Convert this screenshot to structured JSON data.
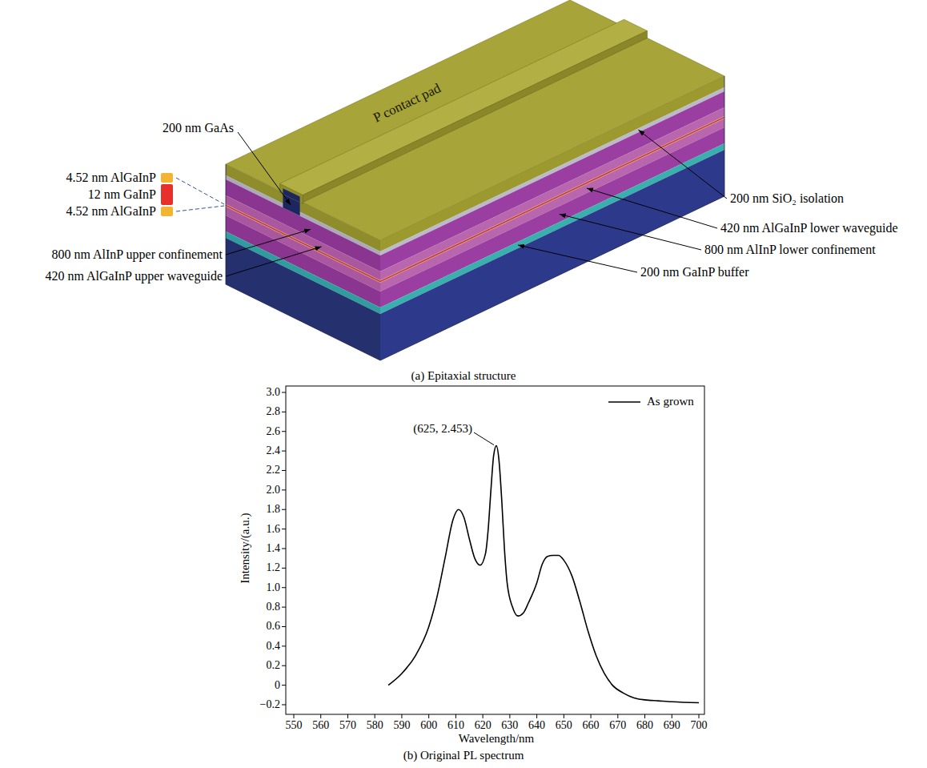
{
  "diagram": {
    "nodes": [
      {
        "text": [
          "P contact pad"
        ]
      }
    ],
    "labels": [
      "200 nm GaAs",
      "4.52 nm AlGaInP",
      "12 nm GaInP",
      "4.52 nm AlGaInP",
      "800 nm AlInP upper confinement",
      "420 nm AlGaInP upper waveguide",
      "200 nm SiO₂ isolation",
      "420 nm AlGaInP lower waveguide",
      "800 nm AlInP lower confinement",
      "200 nm GaInP buffer",
      "(a) Epitaxial structure",
      "(625, 2.453)",
      "Intensity/(a.u.)",
      "Wavelength/nm",
      "(b) Original PL spectrum",
      "3.0",
      "2.8",
      "2.6",
      "2.4",
      "2.2",
      "2.0",
      "1.8",
      "1.6",
      "1.4",
      "1.2",
      "1.0",
      "0.8",
      "0.6",
      "0.4",
      "0.2",
      "0",
      "−0.2",
      "550",
      "560",
      "570",
      "580",
      "590",
      "600",
      "610",
      "620",
      "630",
      "640",
      "650",
      "660",
      "670",
      "680",
      "690",
      "700"
    ],
    "legend": [
      {
        "text": "As grown"
      }
    ]
  }
}
